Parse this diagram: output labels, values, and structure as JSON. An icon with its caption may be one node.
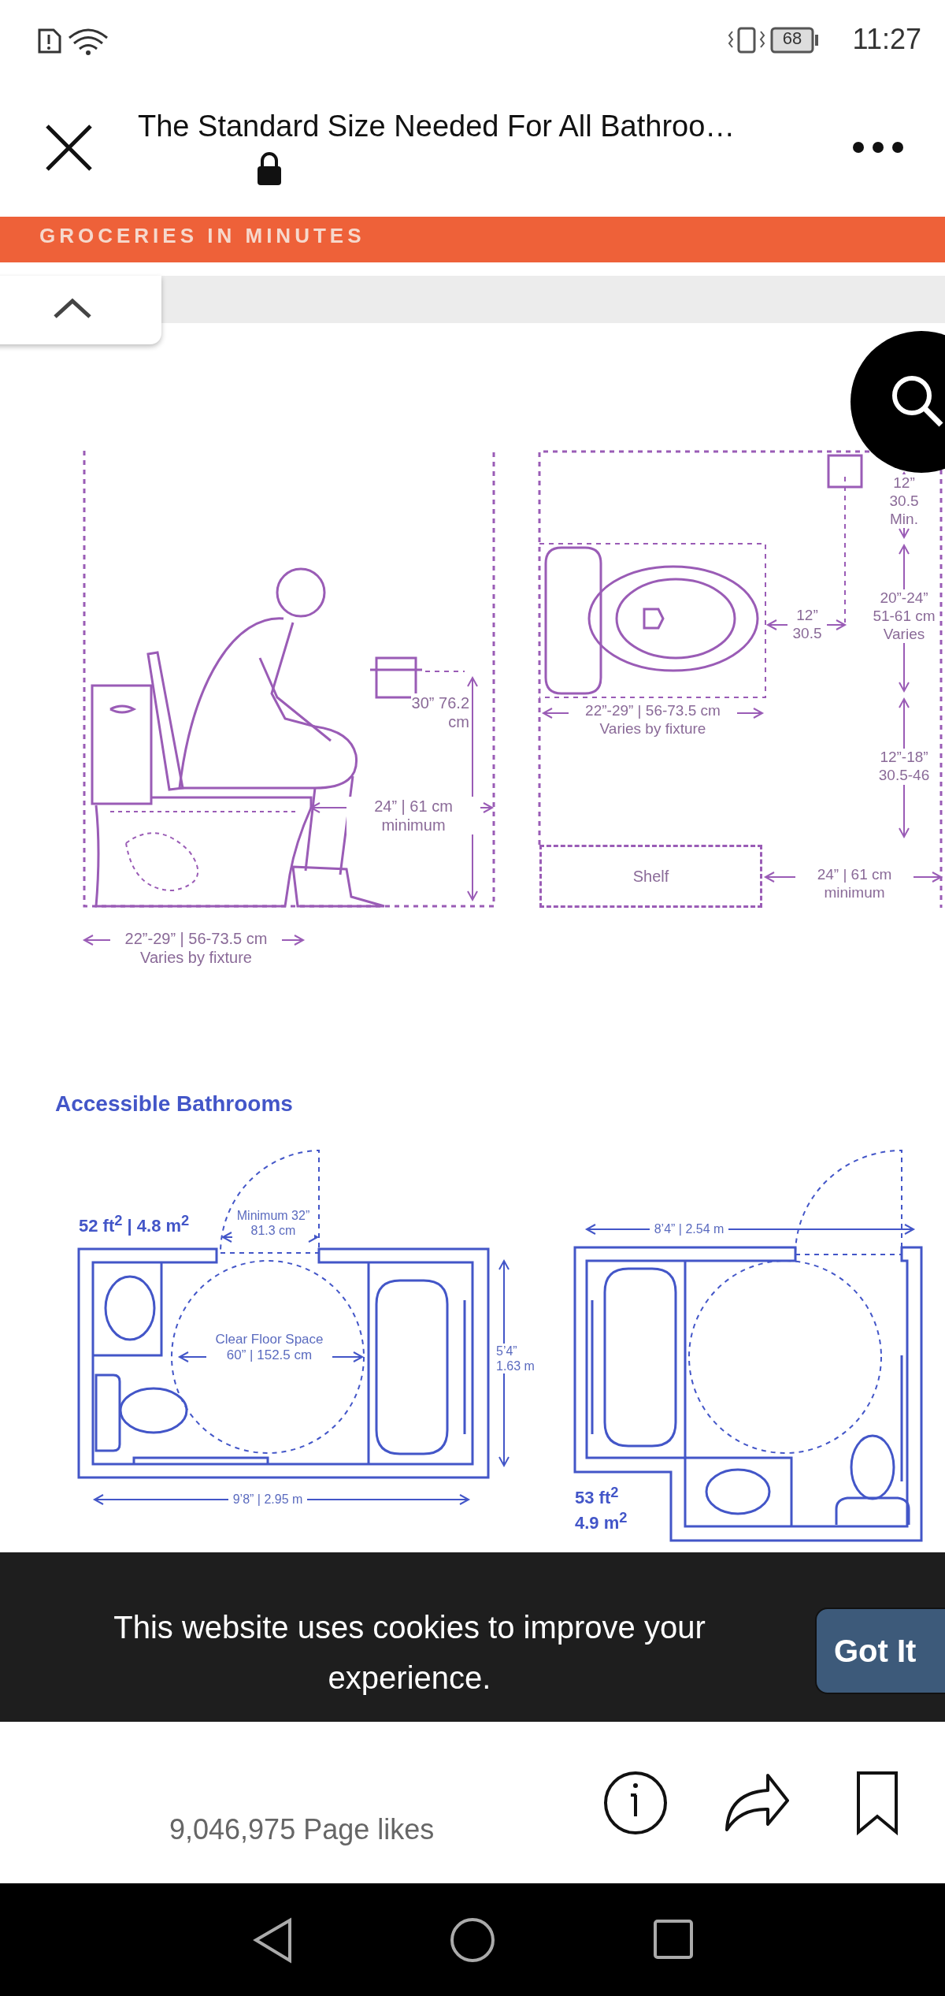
{
  "diagram": {
    "title": "The Standard Size Needed For All Bathroo…",
    "nodes": [
      {
        "text": [
          "Shelf"
        ]
      }
    ],
    "labels": [
      "11:27",
      "68",
      "GROCERIES IN MINUTES",
      "30” 76.2 cm",
      "24” | 61 cm minimum",
      "22”-29” | 56-73.5 cm Varies by fixture",
      "12” 30.5 Min.",
      "12” 30.5",
      "20”-24” 51-61 cm Varies",
      "22”-29” | 56-73.5 cm Varies by fixture",
      "12”-18” 30.5-46",
      "24” | 61 cm minimum",
      "Accessible Bathrooms",
      "52 ft$^{2}$ | 4.8 m$^{2}$",
      "Minimum 32” 81.3 cm",
      "Clear Floor Space 60” | 152.5 cm",
      "5’4” 1.63 m",
      "9’8” | 2.95 m",
      "8’4” | 2.54 m",
      "53 ft$^{2}$ 4.9 m$^{2}$",
      "This website uses cookies to improve your experience.",
      "Got It",
      "9,046,975 Page likes"
    ]
  }
}
